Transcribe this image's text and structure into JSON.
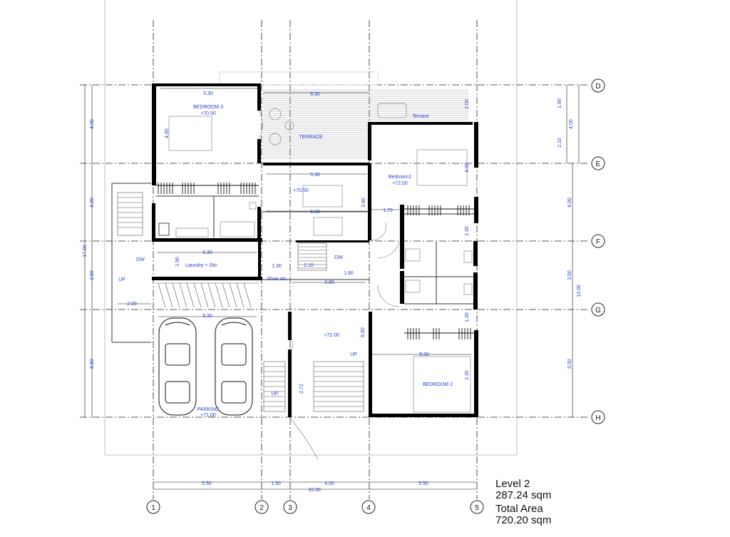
{
  "grid": {
    "columns": [
      "1",
      "2",
      "3",
      "4",
      "5"
    ],
    "rows": [
      "D",
      "E",
      "F",
      "G",
      "H"
    ]
  },
  "rooms": {
    "bedroom3": "BEDROOM 3",
    "bedroom3_level": "+70.50",
    "terrace": "TERRACE",
    "terrace_small": "Terrace",
    "bedroom1": "Bedroom1",
    "bedroom1_level": "+72.00",
    "hall_level": "+70.50",
    "dw1": "DW",
    "dw2": "DW",
    "laundry": "Laundry + Sto.",
    "shoe": "Shoe sto.",
    "up1": "UP",
    "up2": "UP",
    "up3": "UP.",
    "entry_level": "+72.00",
    "bedroom2": "BEDROOM 2",
    "parking": "PARKING",
    "parking_level": "+71.00"
  },
  "dimensions": {
    "b3_width": "5.30",
    "terrace_width": "5.30",
    "b3_depth": "4.90",
    "terrace_depth": "2.00",
    "hall_width_top": "5.30",
    "hall_width_mid": "5.30",
    "hall_depth": "3.80",
    "corridor": "1.70",
    "b1_depth": "4.00",
    "bath_depth": "1.30",
    "laundry_width": "5.30",
    "laundry_depth": "1.90",
    "stair_a": "1.30",
    "stair_b": "2.10",
    "stair_c": "1.90",
    "shoe_width": "3.80",
    "left_offset": "2.00",
    "parking_width": "5.30",
    "entry_depth": "6.80",
    "entry_stair": "2.72",
    "b2_width": "5.30",
    "b2_depth": "1.30",
    "b2_bath": "1.30",
    "left_1": "4.00",
    "left_2": "4.00",
    "left_3": "3.50",
    "left_4": "5.50",
    "left_total": "17.00",
    "right_1": "1.90",
    "right_2": "2.10",
    "right_3": "4.00",
    "right_4": "3.50",
    "right_5": "5.50",
    "right_total": "13.00",
    "right_top": "4.00",
    "bottom_1": "5.50",
    "bottom_2": "1.50",
    "bottom_3": "4.00",
    "bottom_4": "5.50",
    "bottom_total": "16.50"
  },
  "summary": {
    "level_label": "Level 2",
    "level_area": "287.24 sqm",
    "total_label": "Total Area",
    "total_area": "720.20 sqm"
  }
}
